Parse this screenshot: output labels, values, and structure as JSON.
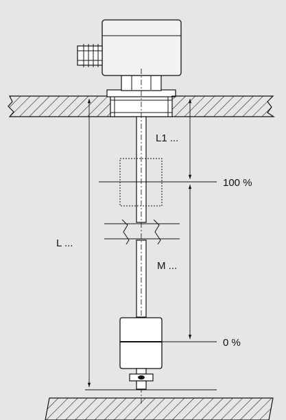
{
  "colors": {
    "background": "#e6e6e6",
    "line": "#111111",
    "fill": "#ffffff",
    "housing": "#f2f2f2"
  },
  "labels": {
    "l1": "L1 ...",
    "level_100": "100 %",
    "l": "L ...",
    "m": "M ...",
    "level_0": "0 %"
  }
}
